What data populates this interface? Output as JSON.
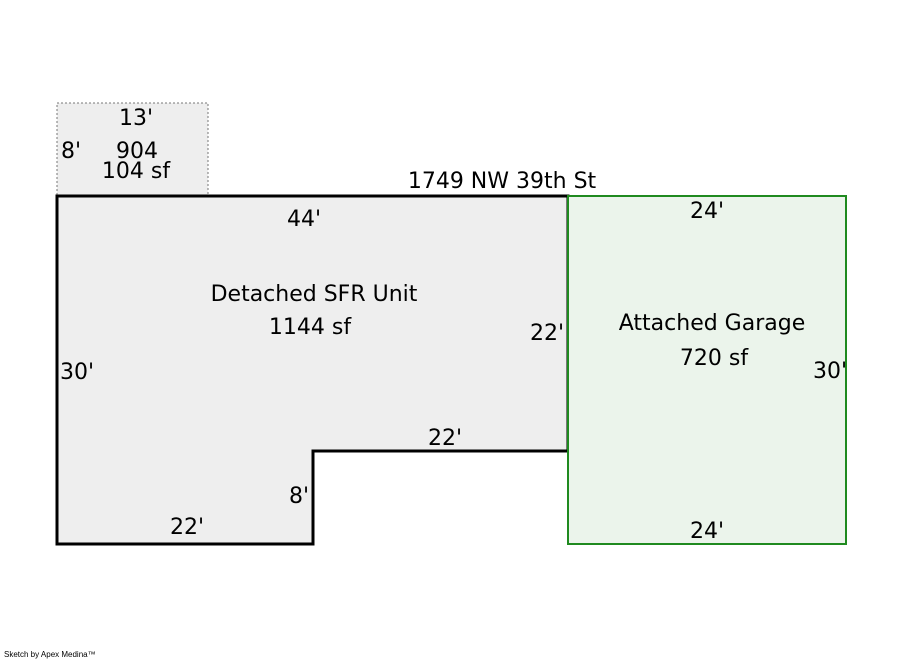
{
  "address": "1749 NW 39th St",
  "porch": {
    "code": "904",
    "area": "104 sf",
    "dims": {
      "top": "13'",
      "left": "8'"
    }
  },
  "main_unit": {
    "name": "Detached SFR Unit",
    "area": "1144 sf",
    "dims": {
      "top": "44'",
      "left": "30'",
      "right": "22'",
      "inner_top": "22'",
      "inner_side": "8'",
      "bottom": "22'"
    }
  },
  "garage": {
    "name": "Attached Garage",
    "area": "720 sf",
    "dims": {
      "top": "24'",
      "right": "30'",
      "bottom": "24'"
    }
  },
  "colors": {
    "main_fill": "#eeeeee",
    "garage_stroke": "#1f8a1f",
    "garage_fill": "#ebf4eb"
  },
  "footer": "Sketch by Apex Medina™"
}
